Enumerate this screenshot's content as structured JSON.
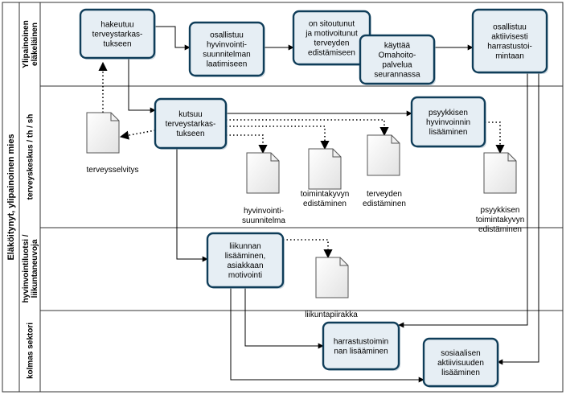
{
  "pool": {
    "label": "Eläköitynyt, ylipainoinen mies"
  },
  "lanes": [
    {
      "label_lines": [
        "Ylipainoinen",
        "eläkeläinen"
      ]
    },
    {
      "label_lines": [
        "terveyskeskus / th / sh"
      ]
    },
    {
      "label_lines": [
        "hyvinvointiluotsi /",
        "liikuntaneuvoja"
      ]
    },
    {
      "label_lines": [
        "kolmas sektori"
      ]
    }
  ],
  "tasks": [
    {
      "lines": [
        "hakeutuu",
        "terveystarkas-",
        "tukseen"
      ]
    },
    {
      "lines": [
        "osallistuu",
        "hyvinvointi-",
        "suunnitelman",
        "laatimiseen"
      ]
    },
    {
      "lines": [
        "on sitoutunut",
        "ja motivoitunut",
        "terveyden",
        "edistämiseen"
      ]
    },
    {
      "lines": [
        "käyttää",
        "Omahoito-",
        "palvelua",
        "seurannassa"
      ]
    },
    {
      "lines": [
        "osallistuu",
        "aktiivisesti",
        "harrastustoi-",
        "mintaan"
      ]
    },
    {
      "lines": [
        "kutsuu",
        "terveystarkas-",
        "tukseen"
      ]
    },
    {
      "lines": [
        "psyykkisen",
        "hyvinvoinnin",
        "lisääminen"
      ]
    },
    {
      "lines": [
        "liikunnan",
        "lisääminen,",
        "asiakkaan",
        "motivointi"
      ]
    },
    {
      "lines": [
        "harrastustoimin",
        "nan lisääminen"
      ]
    },
    {
      "lines": [
        "sosiaalisen",
        "aktiivisuuden",
        "lisääminen"
      ]
    }
  ],
  "documents": [
    {
      "lines": [
        "terveysselvitys"
      ]
    },
    {
      "lines": [
        "hyvinvointi-",
        "suunnitelma"
      ]
    },
    {
      "lines": [
        "toimintakyvyn",
        "edistäminen"
      ]
    },
    {
      "lines": [
        "terveyden",
        "edistäminen"
      ]
    },
    {
      "lines": [
        "psyykkisen",
        "toimintakyvyn",
        "edistäminen"
      ]
    },
    {
      "lines": [
        "liikuntapiirakka"
      ]
    }
  ],
  "colors": {
    "task_border": "#0f3d59",
    "task_fill": "#e6eef4",
    "lane_line": "#333333",
    "doc_fill": "#f4f4f4"
  }
}
